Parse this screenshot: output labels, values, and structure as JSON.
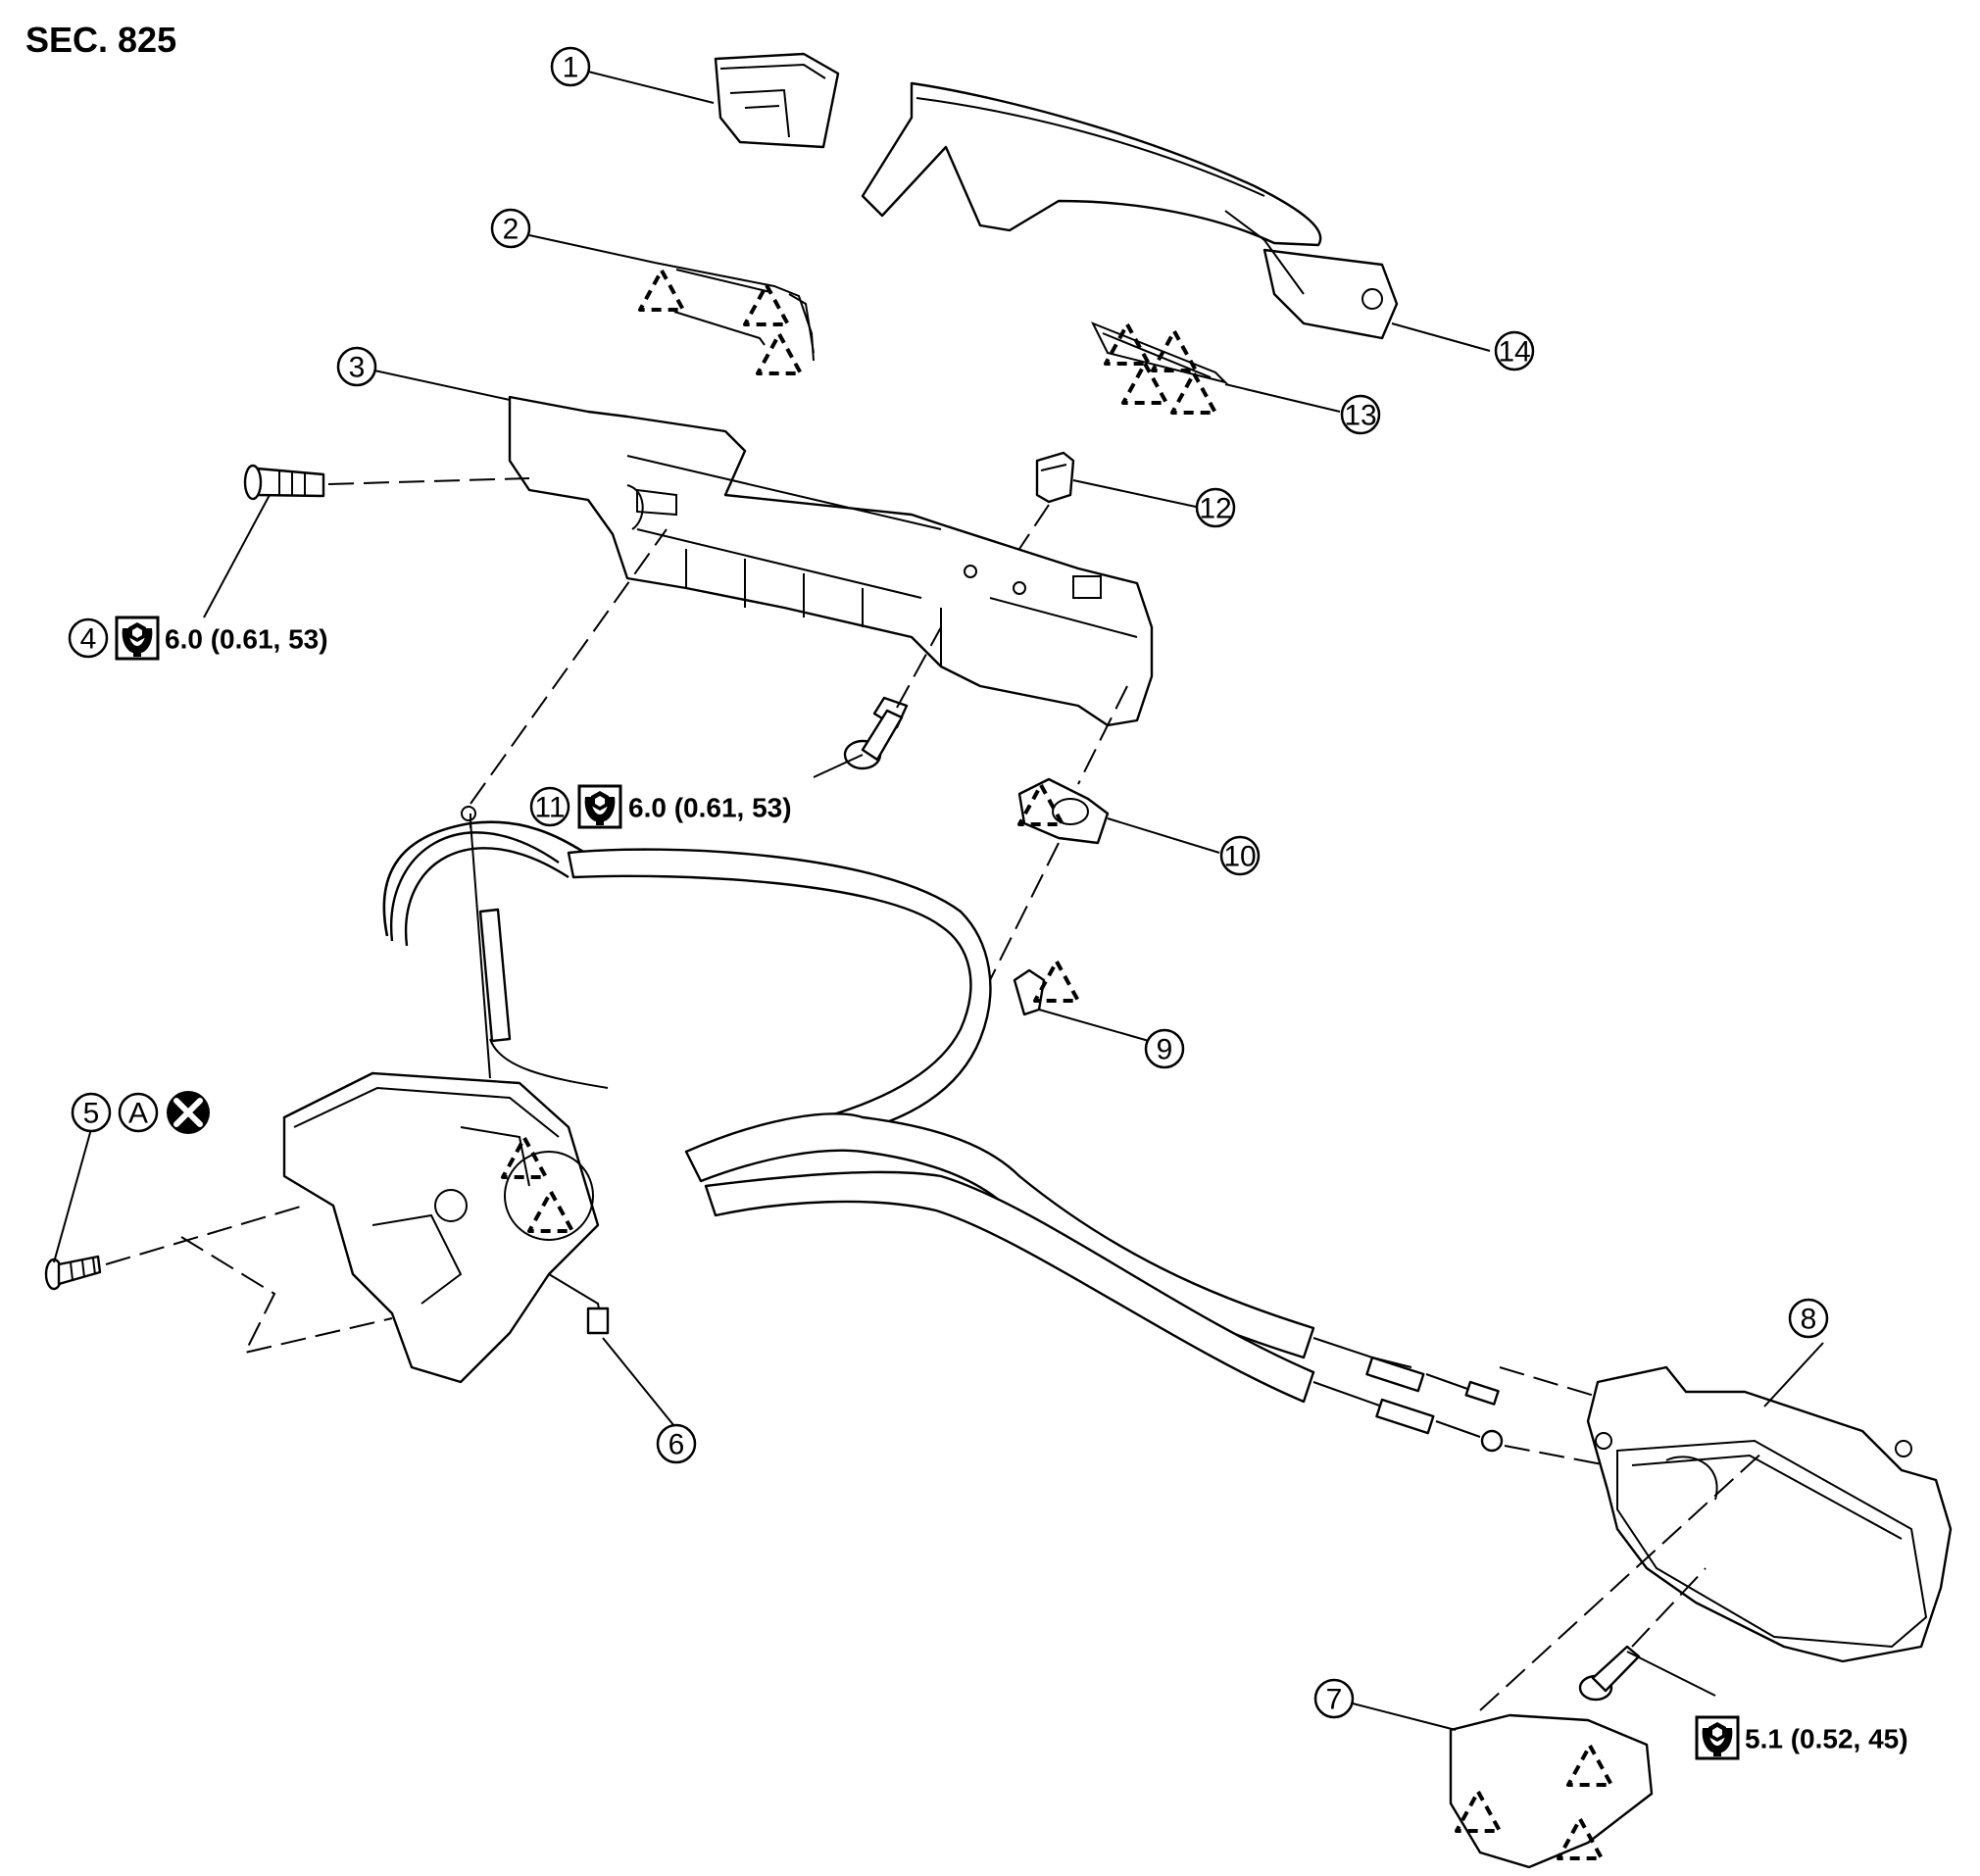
{
  "section": "SEC. 825",
  "callouts": [
    {
      "id": "1",
      "label": "1"
    },
    {
      "id": "2",
      "label": "2"
    },
    {
      "id": "3",
      "label": "3"
    },
    {
      "id": "4",
      "label": "4"
    },
    {
      "id": "5",
      "label": "5"
    },
    {
      "id": "6",
      "label": "6"
    },
    {
      "id": "7",
      "label": "7"
    },
    {
      "id": "8",
      "label": "8"
    },
    {
      "id": "9",
      "label": "9"
    },
    {
      "id": "10",
      "label": "10"
    },
    {
      "id": "11",
      "label": "11"
    },
    {
      "id": "12",
      "label": "12"
    },
    {
      "id": "13",
      "label": "13"
    },
    {
      "id": "14",
      "label": "14"
    }
  ],
  "torques": {
    "item4": "6.0 (0.61, 53)",
    "item11": "6.0 (0.61, 53)",
    "item8_bolt": "5.1 (0.52, 45)"
  },
  "symbols": {
    "ref_a": "A",
    "torque_icon": "torque-wrench-symbol",
    "do_not_reuse_icon": "do-not-reuse-x-symbol",
    "caution_triangle_icon": "dashed-triangle-symbol"
  }
}
